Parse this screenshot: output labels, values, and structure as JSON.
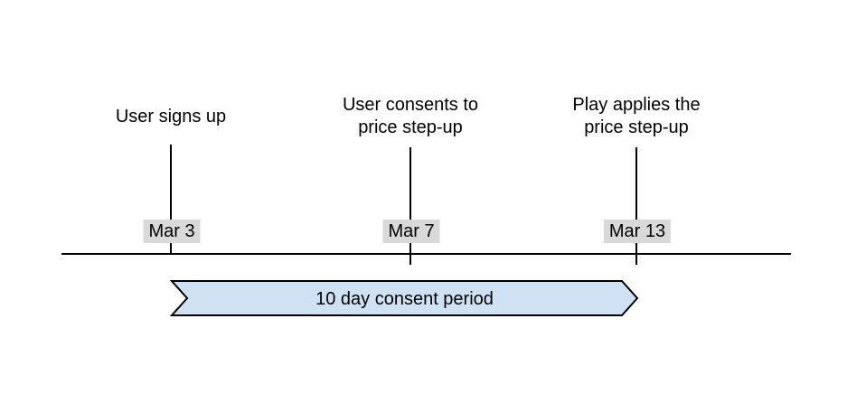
{
  "diagram": {
    "events": [
      {
        "lines": [
          "User signs up"
        ],
        "date": "Mar 3"
      },
      {
        "lines": [
          "User consents to",
          "price step-up"
        ],
        "date": "Mar 7"
      },
      {
        "lines": [
          "Play applies the",
          "price step-up"
        ],
        "date": "Mar 13"
      }
    ],
    "banner": {
      "label": "10 day consent period"
    },
    "colors": {
      "banner_fill": "#cfe2f3",
      "banner_stroke": "#000000",
      "date_bg": "#d9d9d9",
      "line": "#000000",
      "text": "#000000",
      "background": "#ffffff"
    }
  }
}
